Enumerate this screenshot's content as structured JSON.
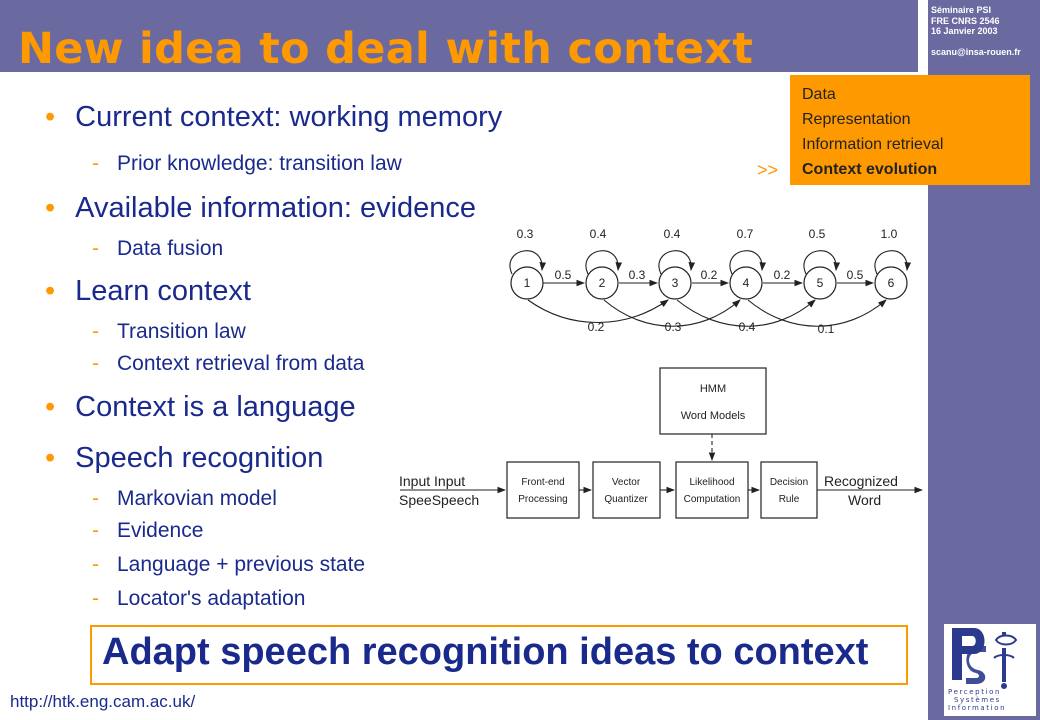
{
  "header": {
    "title": "New idea to deal with context",
    "info": [
      "Séminaire PSI",
      "FRE CNRS 2546",
      "16 Janvier 2003",
      "scanu@insa-rouen.fr"
    ]
  },
  "nav": {
    "items": [
      "Data",
      "Representation",
      "Information retrieval",
      "Context evolution"
    ],
    "active_index": 3,
    "marker": ">>"
  },
  "bullets": [
    {
      "text": "Current context: working memory",
      "subs": [
        "Prior knowledge: transition law"
      ]
    },
    {
      "text": "Available information: evidence",
      "subs": [
        "Data fusion"
      ]
    },
    {
      "text": "Learn context",
      "subs": [
        "Transition law",
        "Context retrieval from data"
      ]
    },
    {
      "text": "Context is a language",
      "subs": []
    },
    {
      "text": "Speech recognition",
      "subs": [
        "Markovian model",
        "Evidence",
        "Language + previous state",
        "Locator's adaptation"
      ]
    }
  ],
  "markov": {
    "states": [
      "1",
      "2",
      "3",
      "4",
      "5",
      "6"
    ],
    "self_loops": [
      "0.3",
      "0.4",
      "0.4",
      "0.7",
      "0.5",
      "1.0"
    ],
    "forward": [
      "0.5",
      "0.3",
      "0.2",
      "0.2",
      "0.5"
    ],
    "skips": [
      "0.2",
      "0.3",
      "0.4",
      "0.1"
    ]
  },
  "pipeline": {
    "input_label": [
      "Input Input",
      "SpeeSpeech"
    ],
    "output_label": [
      "Recognized",
      "Word"
    ],
    "boxes": [
      [
        "Front-end",
        "Processing"
      ],
      [
        "Vector",
        "Quantizer"
      ],
      [
        "Likelihood",
        "Computation"
      ],
      [
        "Decision",
        "Rule"
      ]
    ],
    "hmm_box": [
      "HMM",
      "Word Models"
    ]
  },
  "conclusion": "Adapt speech recognition ideas to context",
  "footer_url": "http://htk.eng.cam.ac.uk/",
  "logo": {
    "letters": "PSI",
    "caption": [
      "Perception",
      "Systèmes",
      "Information"
    ]
  },
  "colors": {
    "band": "#6b6aa0",
    "accent": "#ff9900",
    "text": "#1a2a8c"
  }
}
